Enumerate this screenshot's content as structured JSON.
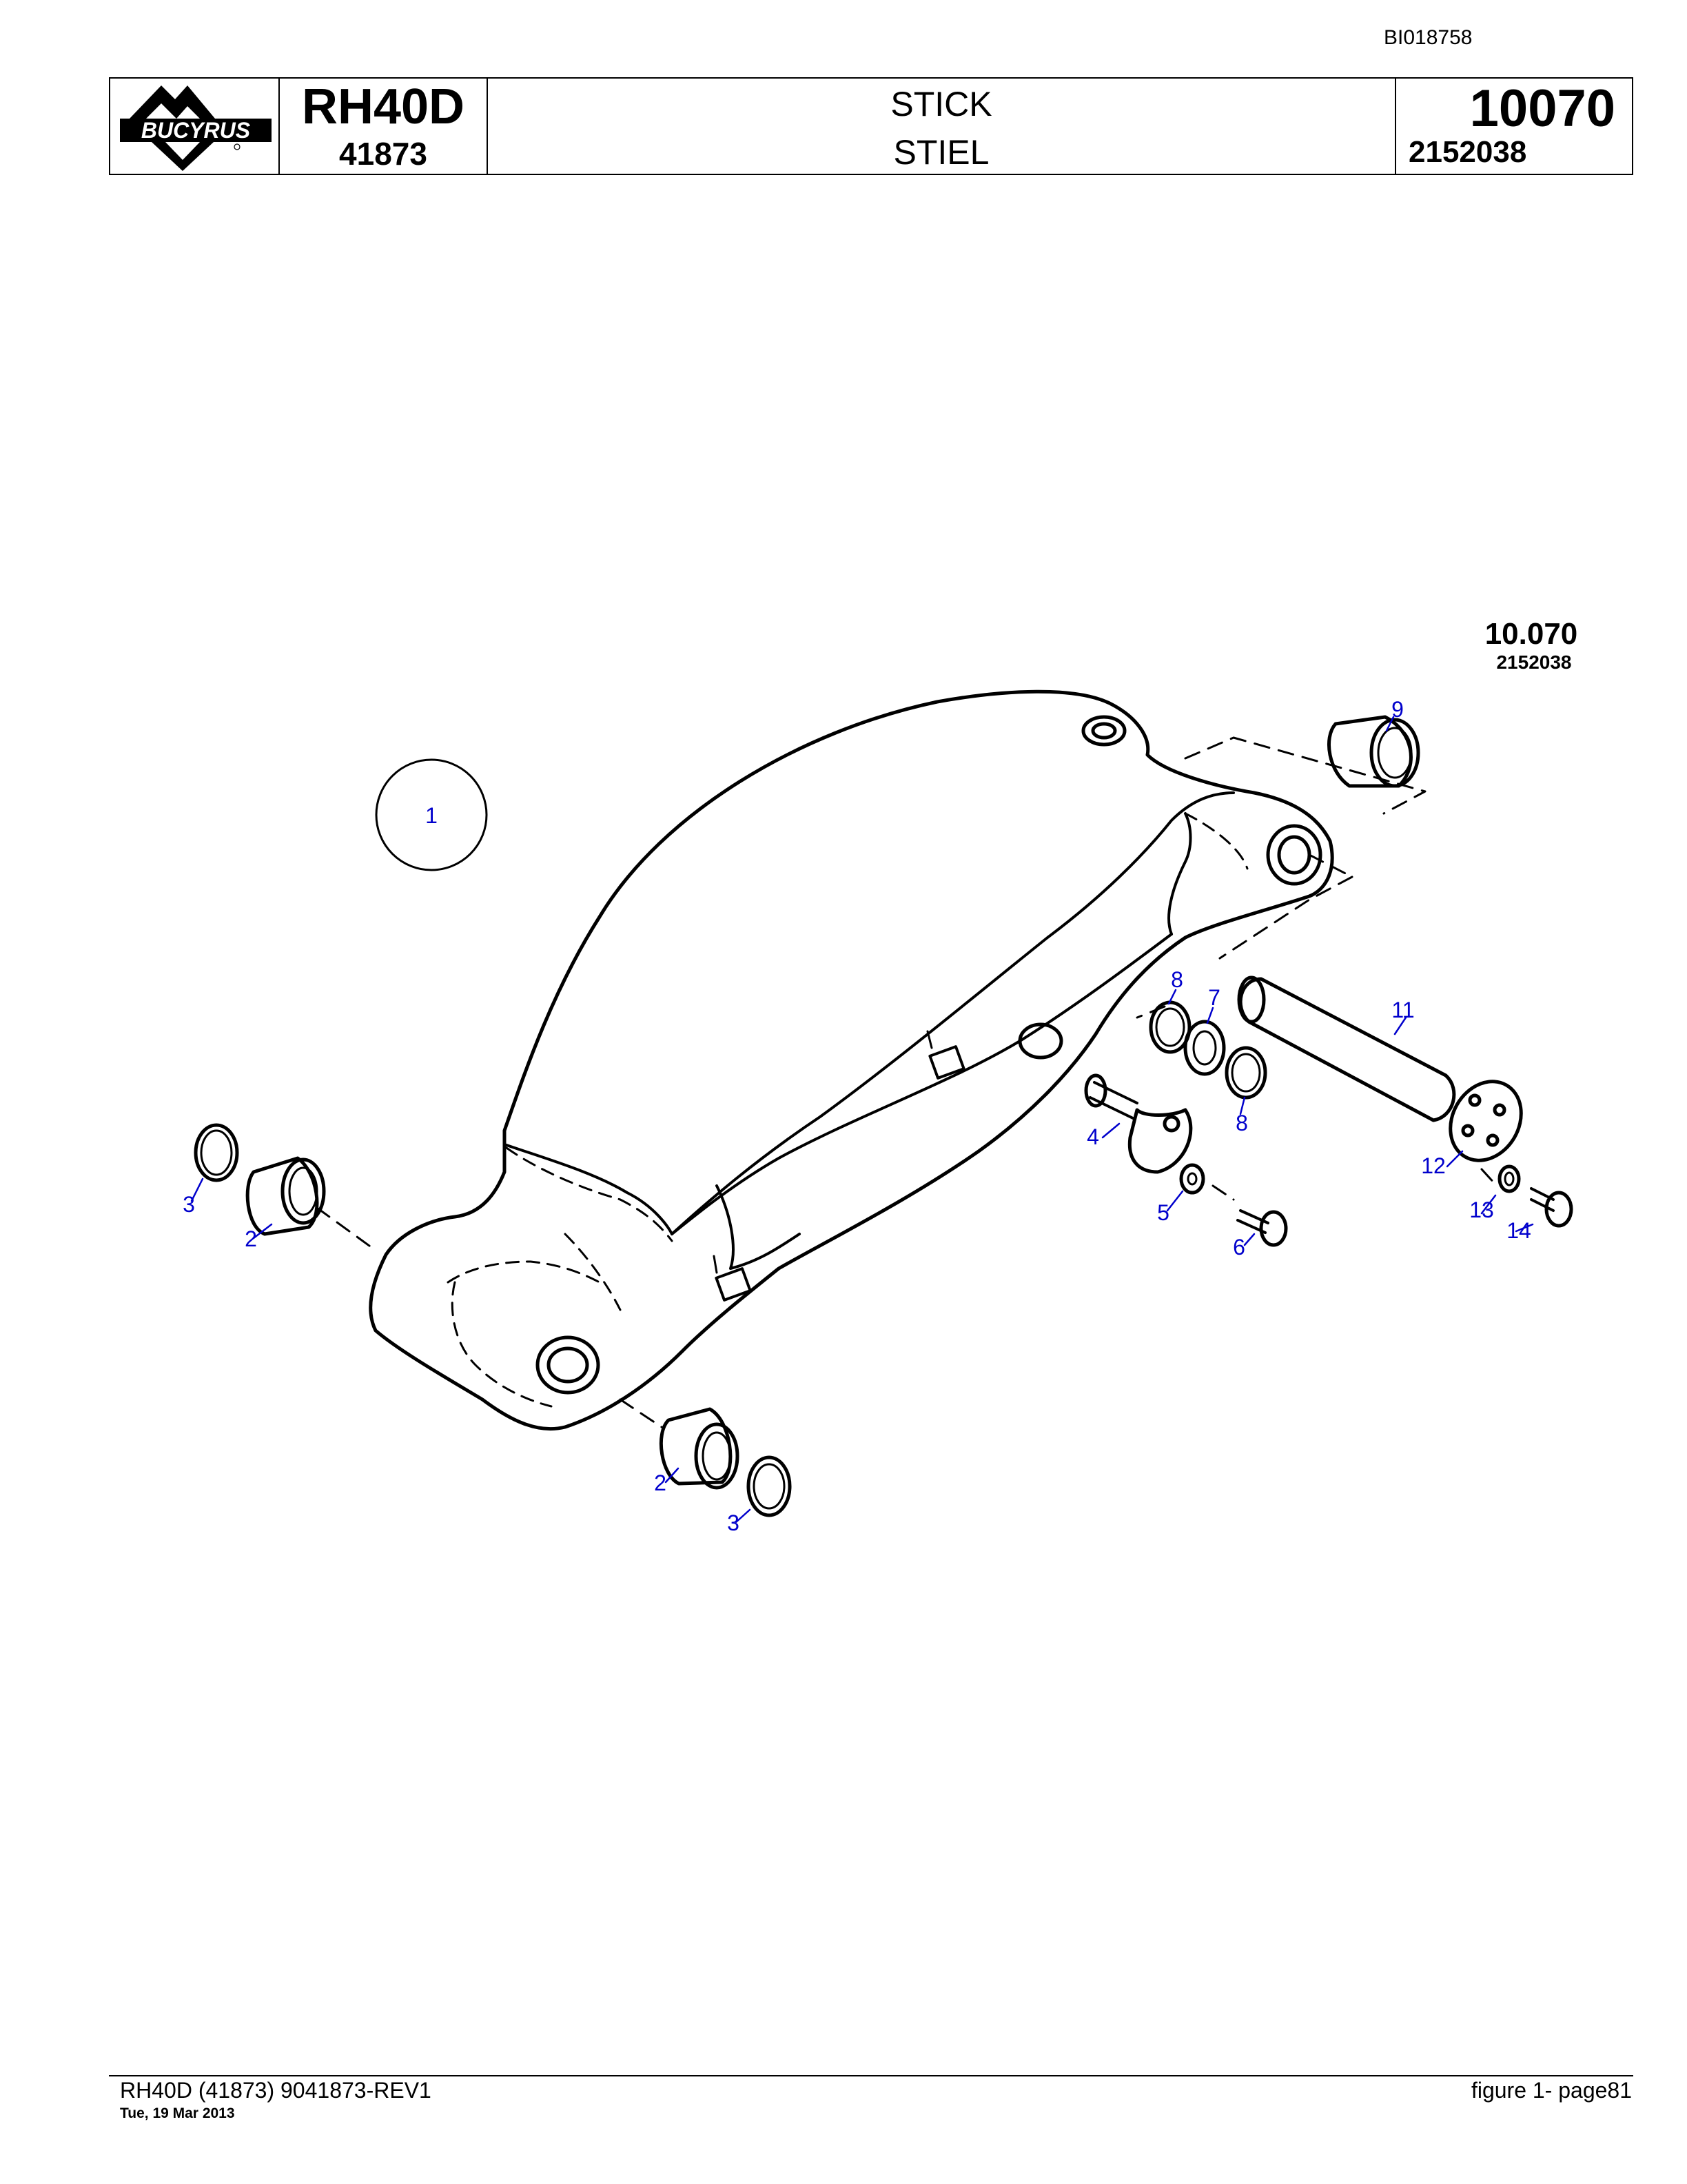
{
  "document_id": "BI018758",
  "header": {
    "logo_text": "BUCYRUS",
    "model": "RH40D",
    "serial": "41873",
    "title_en": "STICK",
    "title_de": "STIEL",
    "group_number": "10070",
    "part_number": "2152038"
  },
  "drawing": {
    "ref_code": "10.070",
    "ref_part": "2152038",
    "callouts": [
      "1",
      "2",
      "2",
      "3",
      "3",
      "4",
      "5",
      "6",
      "7",
      "8",
      "8",
      "9",
      "11",
      "12",
      "13",
      "14"
    ],
    "callout_color": "#0000cc"
  },
  "footer": {
    "left": "RH40D (41873) 9041873-REV1",
    "date": "Tue, 19 Mar 2013",
    "right": "figure  1- page81"
  }
}
